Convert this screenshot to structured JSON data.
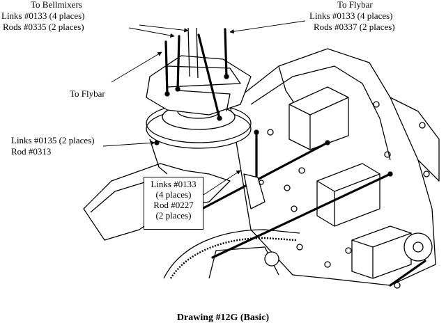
{
  "labels": {
    "bellmixers": {
      "line1": "To Bellmixers",
      "line2": "Links #0133 (4 places)",
      "line3": "Rods #0335 (2 places)"
    },
    "flybar_right": {
      "line1": "To Flybar",
      "line2": "Links #0133 (4 places)",
      "line3": "Rods #0337 (2 places)"
    },
    "flybar_left": {
      "line1": "To Flybar"
    },
    "links_0135": {
      "line1": "Links #0135 (2 places)",
      "line2": "Rod #0313"
    },
    "boxed_links": {
      "line1": "Links #0133",
      "line2": "(4 places)",
      "line3": "Rod #0227",
      "line4": "(2 places)"
    }
  },
  "caption": "Drawing #12G (Basic)"
}
